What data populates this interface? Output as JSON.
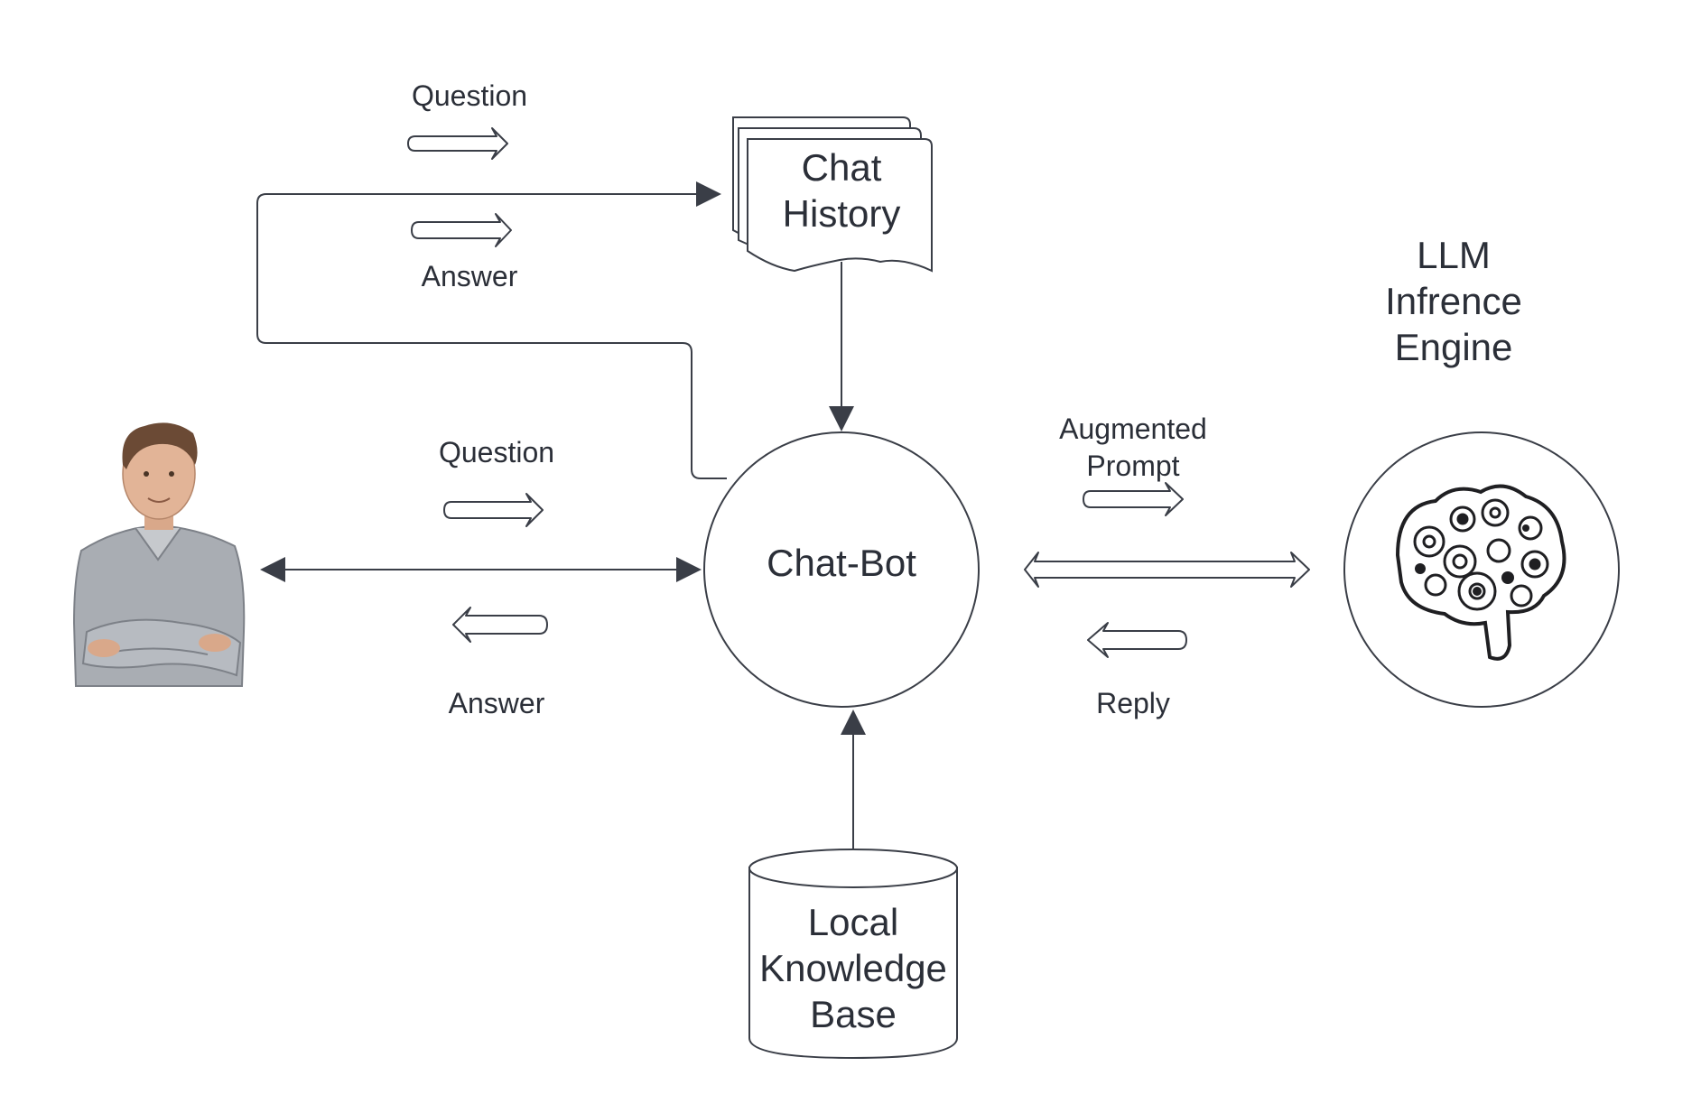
{
  "diagram": {
    "top_flow": {
      "question": "Question",
      "answer": "Answer"
    },
    "chat_history": {
      "line1": "Chat",
      "line2": "History"
    },
    "llm": {
      "line1": "LLM",
      "line2": "Infrence",
      "line3": "Engine"
    },
    "user_flow": {
      "question": "Question",
      "answer": "Answer"
    },
    "chatbot": {
      "label": "Chat-Bot"
    },
    "llm_flow": {
      "prompt_line1": "Augmented",
      "prompt_line2": "Prompt",
      "reply": "Reply"
    },
    "knowledge_base": {
      "line1": "Local",
      "line2": "Knowledge",
      "line3": "Base"
    }
  },
  "icons": {
    "user": "person-icon",
    "brain": "gear-brain-icon"
  },
  "colors": {
    "stroke": "#3a3e47",
    "text": "#2b2f38"
  }
}
